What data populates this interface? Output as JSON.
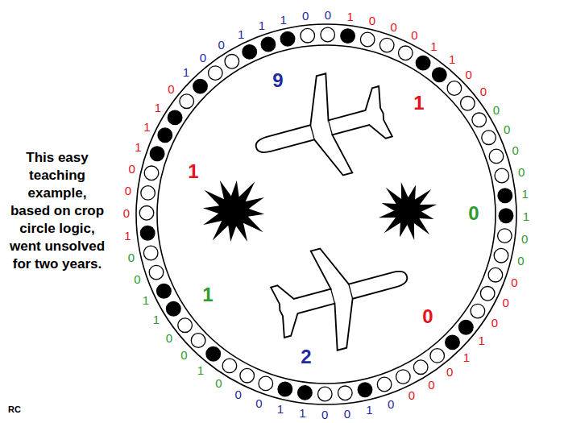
{
  "diagram": {
    "labels": [
      "This easy teaching example, based on crop circle logic, went unsolved for two years.",
      "9",
      "1",
      "1",
      "0",
      "1",
      "0",
      "2",
      "1",
      "0",
      "0",
      "0",
      "1",
      "1",
      "1",
      "0",
      "1",
      "0",
      "0",
      "1",
      "1",
      "1",
      "0",
      "0",
      "1",
      "0",
      "0",
      "0",
      "1",
      "1",
      "0",
      "0",
      "0",
      "0",
      "0",
      "0",
      "1",
      "1",
      "0",
      "0",
      "0",
      "0",
      "0",
      "1",
      "1",
      "0",
      "0",
      "0",
      "0",
      "1",
      "0",
      "0",
      "1",
      "1",
      "0",
      "0",
      "0",
      "1",
      "0",
      "0",
      "1",
      "1",
      "0",
      "0",
      "RC"
    ]
  }
}
